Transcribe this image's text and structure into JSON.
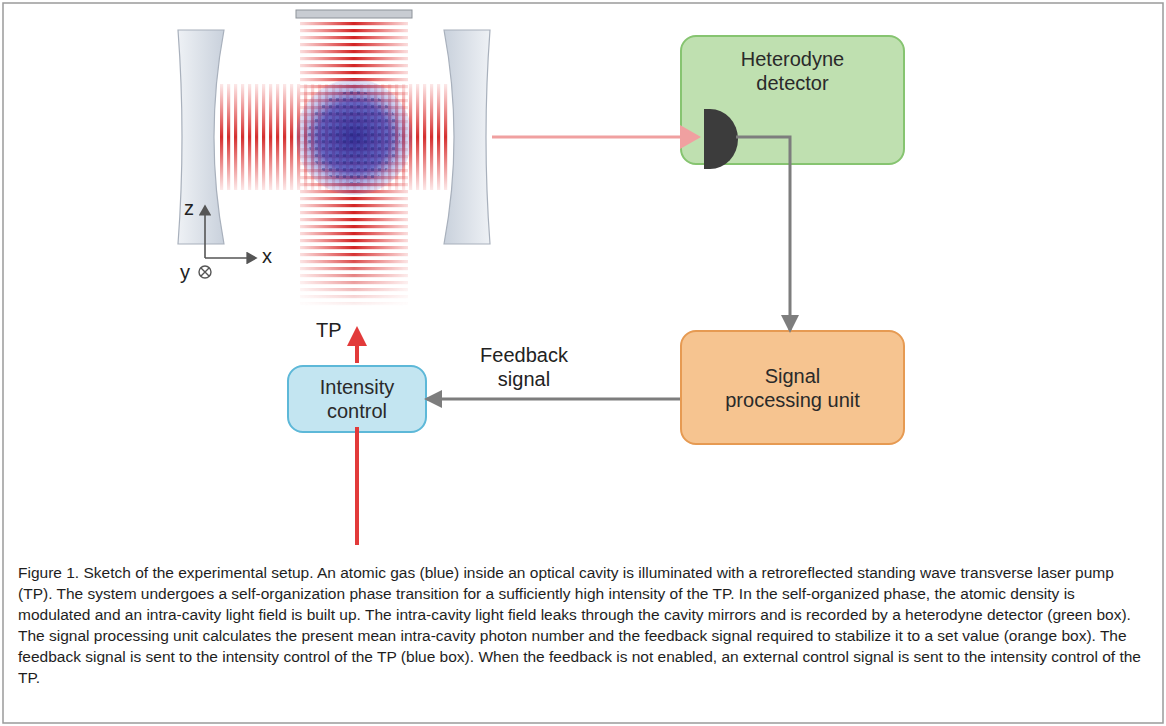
{
  "diagram": {
    "caption": "Figure 1. Sketch of the experimental setup. An atomic gas (blue) inside an optical cavity is illuminated with a retroreflected standing wave transverse laser pump (TP). The system undergoes a self-organization phase transition for a sufficiently high intensity of the TP. In the self-organized phase, the atomic density is modulated and an intra-cavity light field is built up. The intra-cavity light field leaks through the cavity mirrors and is recorded by a heterodyne detector (green box). The signal processing unit calculates the present mean intra-cavity photon number and the feedback signal required to stabilize it to a set value (orange box). The feedback signal is sent to the intensity control of the TP (blue box). When the feedback is not enabled, an external control signal is sent to the intensity control of the TP.",
    "nodes": [
      {
        "text": [
          "Heterodyne detector"
        ]
      },
      {
        "text": [
          "Signal processing unit"
        ]
      },
      {
        "text": [
          "Intensity control"
        ]
      }
    ],
    "edges": [
      {
        "from": 0,
        "to": 1,
        "arrow": "to"
      },
      {
        "from": 1,
        "to": 2,
        "label": "Feedback signal",
        "arrow": "to"
      }
    ],
    "labels": [
      "TP",
      "z",
      "y",
      "x"
    ]
  }
}
